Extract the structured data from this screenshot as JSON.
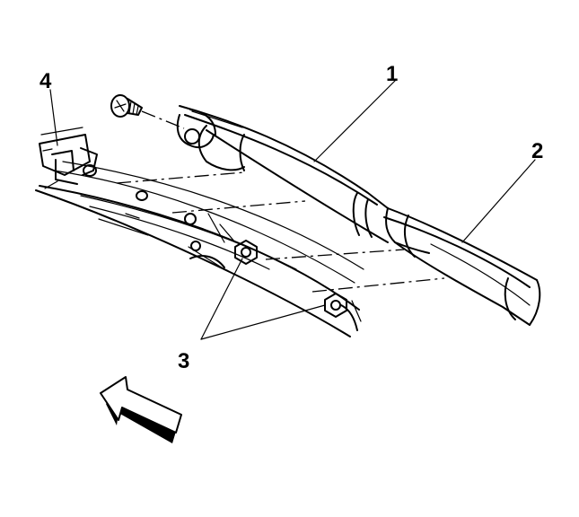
{
  "callouts": [
    {
      "id": "1",
      "label": "1"
    },
    {
      "id": "2",
      "label": "2"
    },
    {
      "id": "3",
      "label": "3"
    },
    {
      "id": "4",
      "label": "4"
    }
  ],
  "colors": {
    "line": "#000000",
    "background": "#ffffff",
    "arrow_shadow": "#000000"
  }
}
